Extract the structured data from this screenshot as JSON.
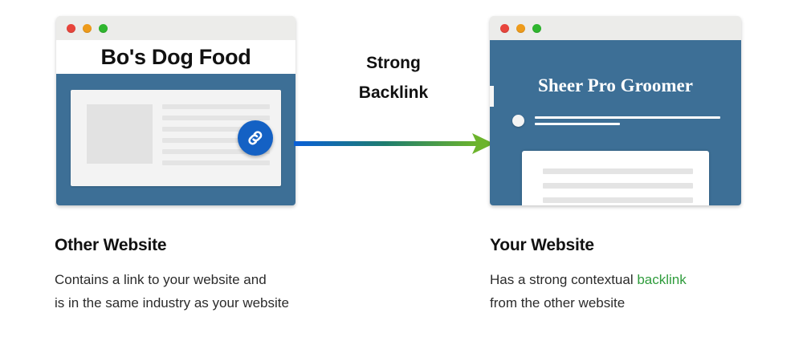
{
  "diagram": {
    "arrow_label_line1": "Strong",
    "arrow_label_line2": "Backlink",
    "arrow_color_start": "#0a5fd8",
    "arrow_color_end": "#6cb42c"
  },
  "left_window": {
    "site_title": "Bo's Dog Food",
    "traffic_lights": [
      "close-red",
      "minimize-amber",
      "maximize-green"
    ],
    "brand_color": "#3d6f96",
    "badge_icon": "chain-link-icon",
    "badge_color": "#1461c4",
    "content_line_count": 6,
    "has_thumbnail": true
  },
  "right_window": {
    "site_title": "Sheer Pro Groomer",
    "traffic_lights": [
      "close-red",
      "minimize-amber",
      "maximize-green"
    ],
    "brand_color": "#3d6f96",
    "nav_line_count": 2,
    "doc_line_count": 6,
    "has_avatar": true
  },
  "captions": {
    "left": {
      "heading": "Other Website",
      "line1": "Contains a link to your website and",
      "line2": "is in the same industry as your website"
    },
    "right": {
      "heading": "Your Website",
      "line1_pre": "Has a strong contextual ",
      "line1_highlight": "backlink",
      "line2": "from the other website",
      "highlight_color": "#2f9c3c"
    }
  }
}
